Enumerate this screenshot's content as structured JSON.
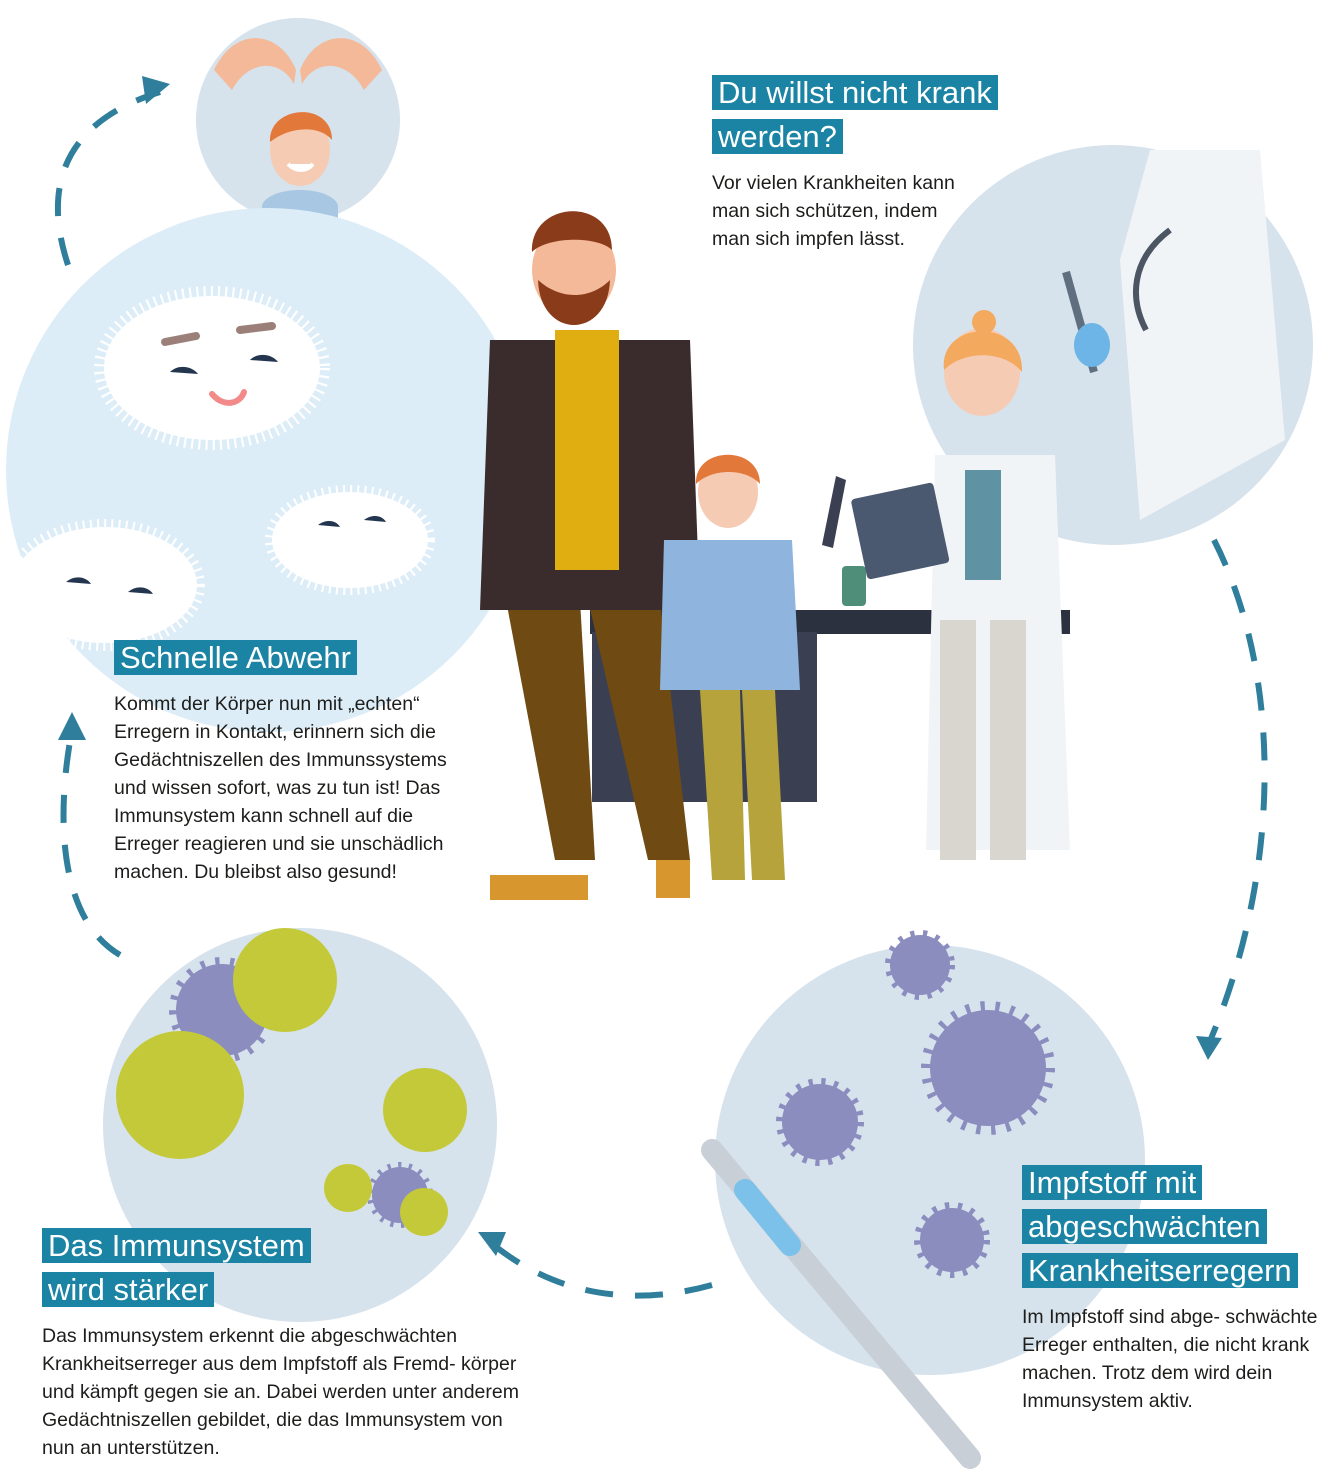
{
  "colors": {
    "accent": "#1b83a3",
    "circle": "#d6e2ec",
    "circle_light": "#dcedf8",
    "virus": "#8b8dbf",
    "antibody": "#c4c93a"
  },
  "icons": {
    "cycle_arrow": "dashed-cycle-arrow",
    "protect_hands": "protecting-hands-icon",
    "syringe": "syringe-icon"
  },
  "steps": {
    "intro": {
      "title": "Du willst nicht krank werden?",
      "text": "Vor vielen Krankheiten kann man sich schützen, indem man sich impfen lässt."
    },
    "vaccine": {
      "title": "Impfstoff mit abgeschwächten Krankheitserregern",
      "text": "Im Impfstoff sind abge- schwächte Erreger enthalten, die nicht krank machen. Trotz dem wird dein Immunsystem aktiv."
    },
    "stronger": {
      "title": "Das Immunsystem wird stärker",
      "text": "Das Immunsystem erkennt die abgeschwächten Krankheitserreger aus dem Impfstoff als Fremd- körper und kämpft gegen sie an. Dabei werden unter anderem Gedächtniszellen gebildet, die das Immunsystem von nun an unterstützen."
    },
    "defense": {
      "title": "Schnelle Abwehr",
      "text": "Kommt der Körper nun mit „echten“ Erregern in Kontakt, erinnern sich die Gedächtniszellen des Immunssystems und wissen sofort, was zu tun ist! Das Immunsystem kann schnell auf die Erreger reagieren und sie unschädlich machen. Du bleibst also gesund!"
    }
  }
}
